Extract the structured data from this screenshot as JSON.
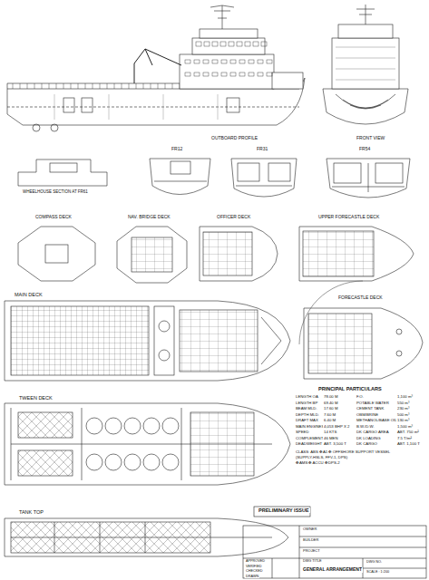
{
  "diagram": {
    "labels": [
      "OUTBOARD PROFILE",
      "FRONT VIEW",
      "FR12",
      "FR31",
      "FR54",
      "WHEELHOUSE SECTION AT FR61",
      "COMPASS DECK",
      "NAV. BRIDGE DECK",
      "OFFICER DECK",
      "UPPER FORECASTLE DECK",
      "MAIN DECK",
      "FORECASTLE DECK",
      "PRINCIPAL PARTICULARS",
      "LENGTH OA",
      "78.00 M",
      "F.O.",
      "1,100 m³",
      "LENGTH BP",
      "69.40 M",
      "POTABLE WATER",
      "550 m³",
      "BEAM MLD.",
      "17.60 M",
      "CEMENT TANK",
      "230 m³",
      "DEPTH MLD.",
      "7.60 M",
      "OBM/BRINE",
      "500 m³",
      "DRAFT MAX",
      "6.40 M",
      "METHANOL/BASE OIL",
      "130 m³",
      "MAIN ENGINES",
      "4,053 BHP X 2",
      "B.W./D.W.",
      "1,500 m³",
      "SPEED",
      "14 KTS",
      "DK CARGO AREA",
      "ABT. 750 m²",
      "COMPLEMENT",
      "46 MEN",
      "DK LOADING",
      "7.5 T/m²",
      "DEADWEIGHT",
      "ABT. 3,500 T",
      "DK CARGO",
      "ABT. 1,100 T",
      "CLASS: ABS ✠ A1 ✠ OFFSHORE SUPPORT VESSEL",
      "(SUPPLY-HSLS, FFV-1, DPS)",
      "✠ AMS ✠ ACCU ✠ DPS-2",
      "TWEEN DECK",
      "PRELIMINARY ISSUE",
      "TANK TOP",
      "OWNER",
      "BUILDER",
      "PROJECT",
      "APPROVED",
      "VERIFIED",
      "CHECKED",
      "DRAWN",
      "DWG TITLE",
      "GENERAL ARRANGEMENT",
      "DWG NO.",
      "SCALE : 1:200"
    ]
  }
}
